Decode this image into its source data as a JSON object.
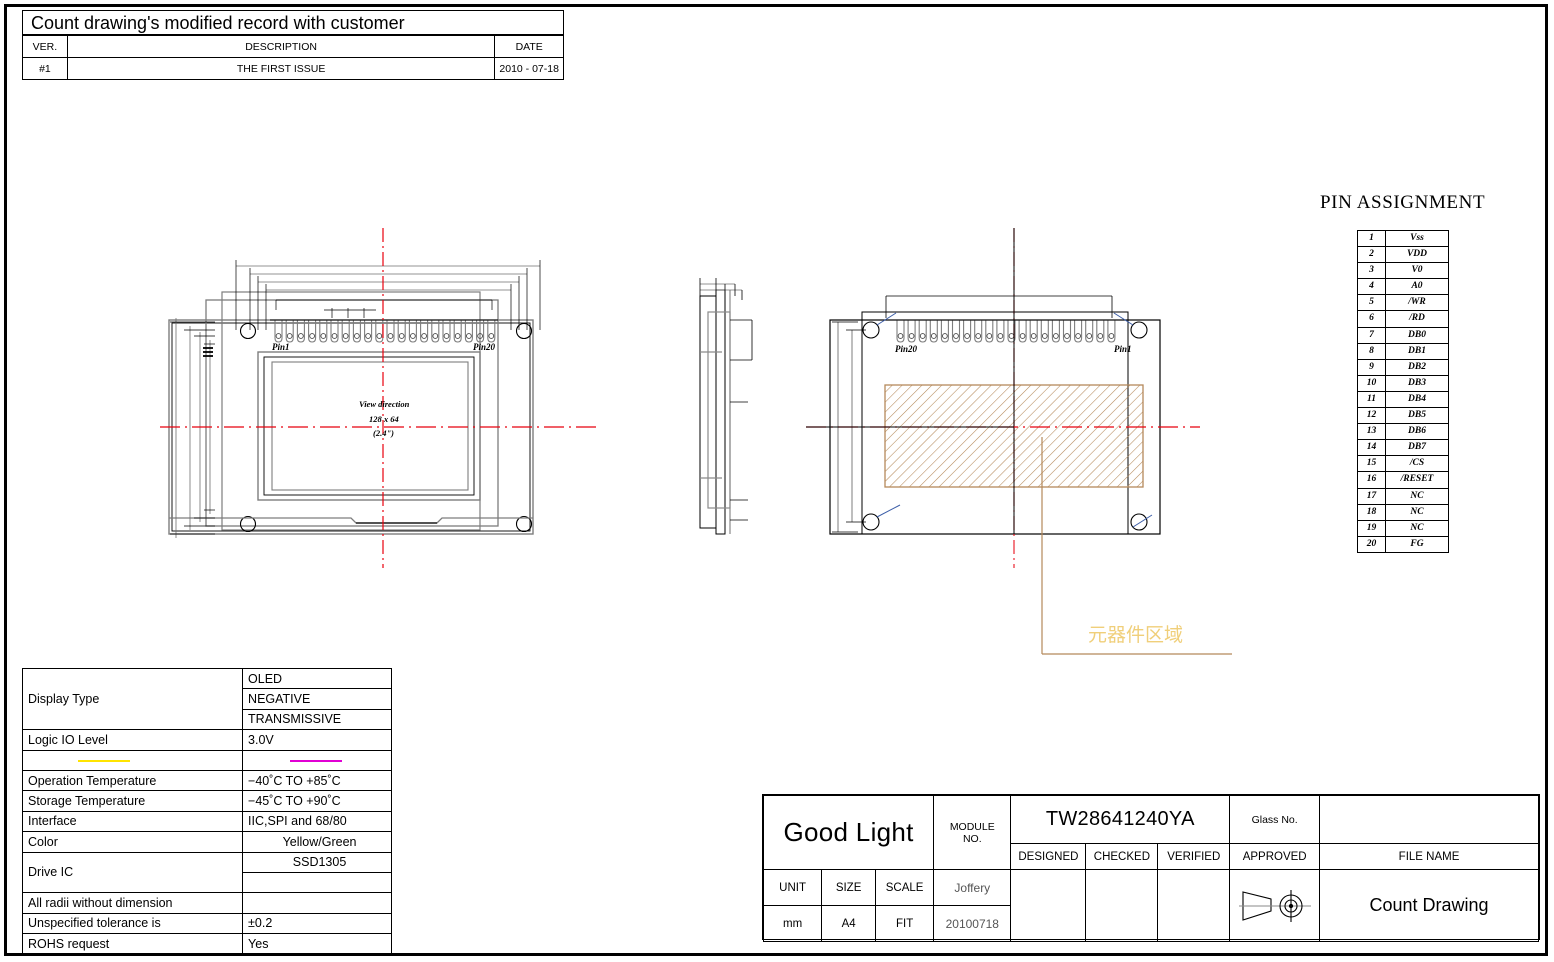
{
  "document": {
    "kind": "engineering-drawing",
    "sheet_title": "Count Drawing",
    "module_no": "TW28641240YA"
  },
  "revision_block": {
    "title": "Count drawing's modified record with customer",
    "columns": [
      "VER.",
      "DESCRIPTION",
      "DATE"
    ],
    "rows": [
      {
        "ver": "#1",
        "description": "THE FIRST ISSUE",
        "date": "2010 - 07-18"
      }
    ]
  },
  "spec_table": {
    "rows": [
      {
        "label": "Display  Type",
        "value": "OLED",
        "align": "left",
        "rowspan": 3
      },
      {
        "label": "",
        "value": "NEGATIVE",
        "align": "left"
      },
      {
        "label": "",
        "value": "TRANSMISSIVE",
        "align": "left"
      },
      {
        "label": "Logic  IO  Level",
        "value": "3.0V",
        "align": "left"
      },
      {
        "label": "",
        "value": "",
        "align": "left",
        "swatch": true
      },
      {
        "label": "Operation  Temperature",
        "value": "−40˚C  TO  +85˚C",
        "align": "left"
      },
      {
        "label": "Storage  Temperature",
        "value": "−45˚C  TO  +90˚C",
        "align": "left"
      },
      {
        "label": " Interface",
        "value": "IIC,SPI  and  68/80",
        "align": "left"
      },
      {
        "label": " Color",
        "value": "Yellow/Green",
        "align": "center"
      },
      {
        "label": "Drive  IC",
        "value": "SSD1305",
        "align": "center",
        "rowspan": 2
      },
      {
        "label": "",
        "value": "",
        "align": "center"
      },
      {
        "label": " All  radii  without  dimension",
        "value": "",
        "align": "left"
      },
      {
        "label": " Unspecified  tolerance  is",
        "value": "±0.2",
        "align": "left"
      },
      {
        "label": " ROHS  request",
        "value": "Yes",
        "align": "left"
      }
    ],
    "swatch_colors": {
      "label_line": "#ffe400",
      "value_line": "#e100d4"
    }
  },
  "pin_assignment": {
    "heading": "PIN ASSIGNMENT",
    "pins": [
      {
        "no": "1",
        "signal": "Vss"
      },
      {
        "no": "2",
        "signal": "VDD"
      },
      {
        "no": "3",
        "signal": "V0"
      },
      {
        "no": "4",
        "signal": "A0"
      },
      {
        "no": "5",
        "signal": "/WR"
      },
      {
        "no": "6",
        "signal": "/RD"
      },
      {
        "no": "7",
        "signal": "DB0"
      },
      {
        "no": "8",
        "signal": "DB1"
      },
      {
        "no": "9",
        "signal": "DB2"
      },
      {
        "no": "10",
        "signal": "DB3"
      },
      {
        "no": "11",
        "signal": "DB4"
      },
      {
        "no": "12",
        "signal": "DB5"
      },
      {
        "no": "13",
        "signal": "DB6"
      },
      {
        "no": "14",
        "signal": "DB7"
      },
      {
        "no": "15",
        "signal": "/CS"
      },
      {
        "no": "16",
        "signal": "/RESET"
      },
      {
        "no": "17",
        "signal": "NC"
      },
      {
        "no": "18",
        "signal": "NC"
      },
      {
        "no": "19",
        "signal": "NC"
      },
      {
        "no": "20",
        "signal": "FG"
      }
    ]
  },
  "views": {
    "front": {
      "pin_first": "Pin1",
      "pin_last": "Pin20",
      "note_line1": "View  direction",
      "note_line2": "128  x  64",
      "note_line3": "(2.4\")"
    },
    "rear": {
      "pin_first": "Pin20",
      "pin_last": "Pin1",
      "component_area_note": "元器件区域",
      "component_area_color": "#b5895a"
    }
  },
  "title_block": {
    "brand": "Good Light",
    "module_no_label": "MODULE\nNO.",
    "module_no_label_l1": "MODULE",
    "module_no_label_l2": "NO.",
    "module_no_value": "TW28641240YA",
    "glass_no_label": "Glass No.",
    "glass_no_value": "",
    "designed_label": "DESIGNED",
    "checked_label": "CHECKED",
    "verified_label": "VERIFIED",
    "approved_label": "APPROVED",
    "file_name_label": "FILE NAME",
    "designed_name": "Joffery",
    "designed_date": "20100718",
    "checked_value": "",
    "verified_value": "",
    "approved_value": "",
    "unit_label": "UNIT",
    "size_label": "SIZE",
    "scale_label": "SCALE",
    "unit_value": "mm",
    "size_value": "A4",
    "scale_value": "FIT",
    "file_name_value": "Count Drawing",
    "projection_symbol": "first-angle-projection"
  },
  "colors": {
    "centerline_red": "#e8000d",
    "hatch_tan": "#b5895a",
    "dim_line_gray": "#808080",
    "outline_black": "#000000"
  }
}
